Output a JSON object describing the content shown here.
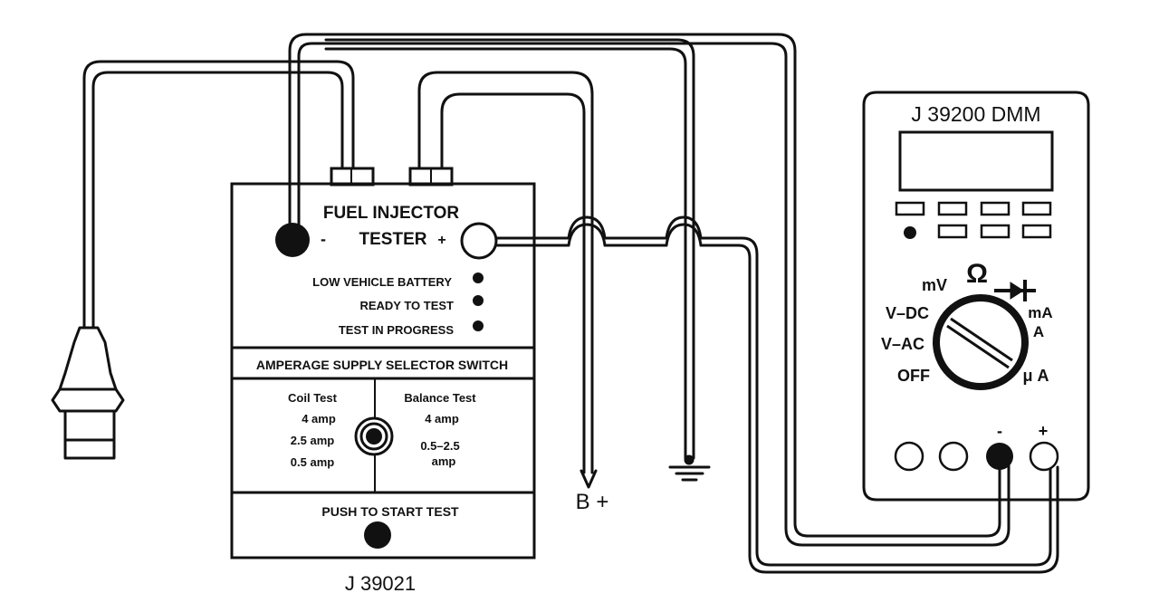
{
  "tester": {
    "title_line1": "FUEL INJECTOR",
    "title_line2": "TESTER",
    "minus_label": "-",
    "plus_label": "+",
    "indicators": [
      "LOW VEHICLE BATTERY",
      "READY TO TEST",
      "TEST IN PROGRESS"
    ],
    "selector_title": "AMPERAGE SUPPLY SELECTOR SWITCH",
    "coil_heading": "Coil Test",
    "coil_values": [
      "4 amp",
      "2.5 amp",
      "0.5 amp"
    ],
    "balance_heading": "Balance Test",
    "balance_values": [
      "4 amp",
      "0.5–2.5",
      "amp"
    ],
    "start_label": "PUSH TO START TEST",
    "model": "J 39021"
  },
  "dmm": {
    "model": "J 39200 DMM",
    "dial_labels": {
      "mv": "mV",
      "ohm": "Ω",
      "vdc": "V–DC",
      "vac": "V–AC",
      "off": "OFF",
      "ma": "mA",
      "a": "A",
      "ua": "μ A"
    },
    "jack_minus": "-",
    "jack_plus": "+"
  },
  "battery_label": "B +",
  "colors": {
    "ink": "#111111",
    "paper": "#ffffff"
  }
}
